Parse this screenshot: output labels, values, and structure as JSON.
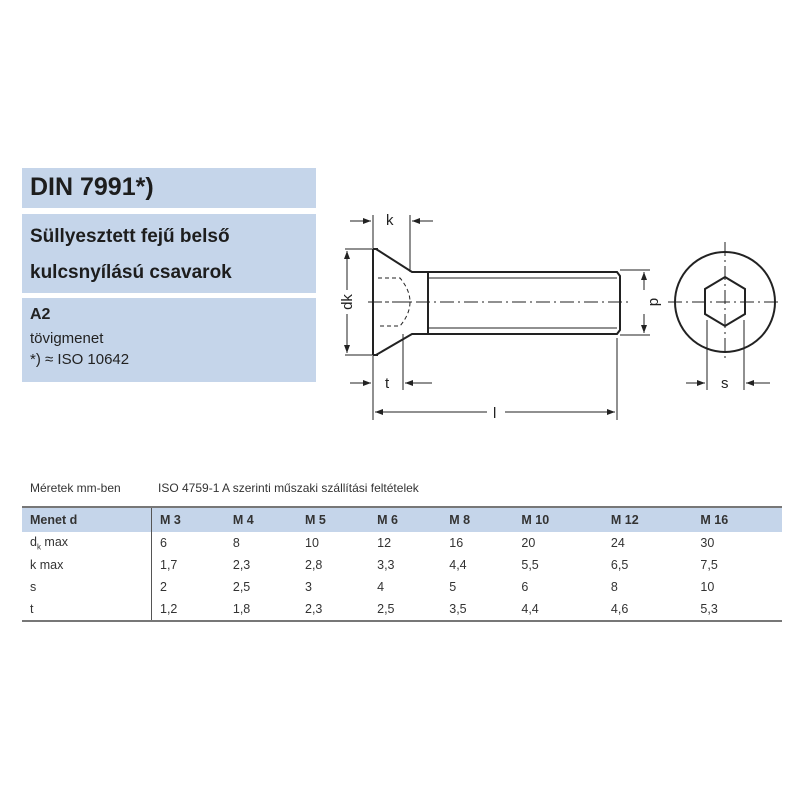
{
  "title": "DIN 7991*)",
  "subtitle_line1": "Süllyesztett fejű belső",
  "subtitle_line2": "kulcsnyílású csavarok",
  "material": "A2",
  "thread": "tövigmenet",
  "note": "*) ≈ ISO 10642",
  "drawing_labels": {
    "k": "k",
    "dk": "dk",
    "d": "d",
    "t": "t",
    "l": "l",
    "s": "s"
  },
  "caption_left": "Méretek mm-ben",
  "caption_right": "ISO 4759-1 A szerinti műszaki szállítási feltételek",
  "table": {
    "header": [
      "Menet d",
      "M 3",
      "M 4",
      "M 5",
      "M 6",
      "M 8",
      "M 10",
      "M 12",
      "M 16"
    ],
    "rows": [
      {
        "label": "d",
        "label_sub": "k",
        "label_rest": " max",
        "values": [
          "6",
          "8",
          "10",
          "12",
          "16",
          "20",
          "24",
          "30"
        ]
      },
      {
        "label": "k max",
        "values": [
          "1,7",
          "2,3",
          "2,8",
          "3,3",
          "4,4",
          "5,5",
          "6,5",
          "7,5"
        ]
      },
      {
        "label": "s",
        "values": [
          "2",
          "2,5",
          "3",
          "4",
          "5",
          "6",
          "8",
          "10"
        ]
      },
      {
        "label": "t",
        "values": [
          "1,2",
          "1,8",
          "2,3",
          "2,5",
          "3,5",
          "4,4",
          "4,6",
          "5,3"
        ]
      }
    ]
  },
  "colors": {
    "box_bg": "#c5d5ea"
  }
}
